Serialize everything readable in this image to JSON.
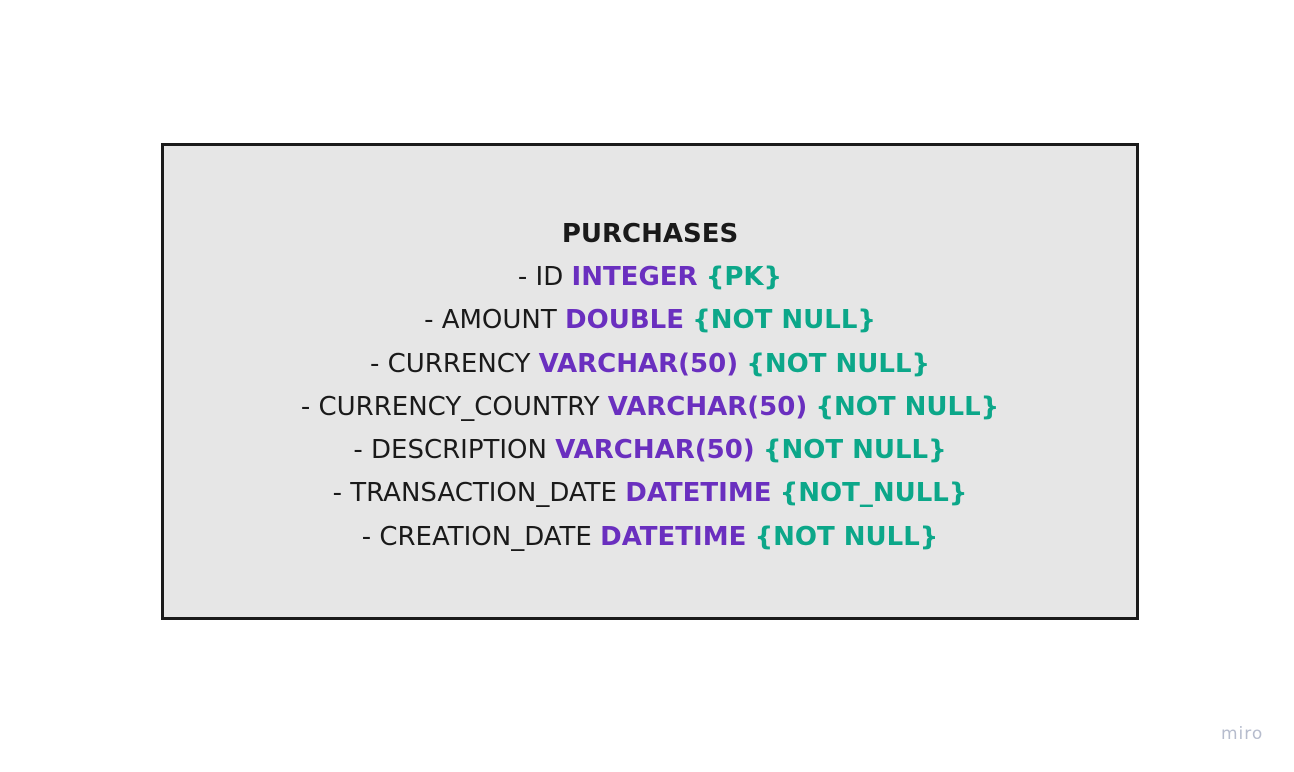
{
  "entity": {
    "title": "PURCHASES",
    "fields": [
      {
        "name": "- ID",
        "type": "INTEGER",
        "constraint": "{PK}"
      },
      {
        "name": "- AMOUNT",
        "type": "DOUBLE",
        "constraint": "{NOT NULL}"
      },
      {
        "name": "- CURRENCY",
        "type": "VARCHAR(50)",
        "constraint": "{NOT NULL}"
      },
      {
        "name": "- CURRENCY_COUNTRY",
        "type": "VARCHAR(50)",
        "constraint": "{NOT NULL}"
      },
      {
        "name": "- DESCRIPTION",
        "type": "VARCHAR(50)",
        "constraint": "{NOT NULL}"
      },
      {
        "name": "- TRANSACTION_DATE",
        "type": "DATETIME",
        "constraint": "{NOT_NULL}"
      },
      {
        "name": "- CREATION_DATE",
        "type": "DATETIME",
        "constraint": "{NOT NULL}"
      }
    ]
  },
  "watermark": {
    "text": "miro"
  },
  "colors": {
    "type": "#6a2fbf",
    "constraint": "#0ca789",
    "text": "#1a1a1a",
    "box_fill": "#e6e6e6",
    "box_border": "#1a1a1a"
  }
}
